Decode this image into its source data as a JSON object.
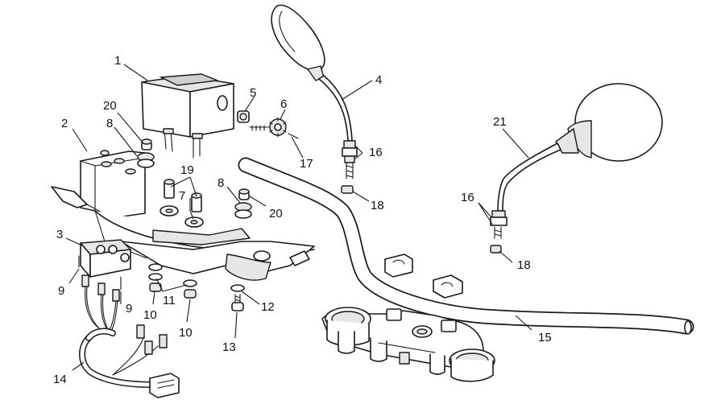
{
  "callouts": [
    {
      "id": "c1",
      "text": "1"
    },
    {
      "id": "c2",
      "text": "2"
    },
    {
      "id": "c3",
      "text": "3"
    },
    {
      "id": "c4",
      "text": "4"
    },
    {
      "id": "c5",
      "text": "5"
    },
    {
      "id": "c6",
      "text": "6"
    },
    {
      "id": "c7",
      "text": "7"
    },
    {
      "id": "c8a",
      "text": "8"
    },
    {
      "id": "c8b",
      "text": "8"
    },
    {
      "id": "c9a",
      "text": "9"
    },
    {
      "id": "c9b",
      "text": "9"
    },
    {
      "id": "c10a",
      "text": "10"
    },
    {
      "id": "c10b",
      "text": "10"
    },
    {
      "id": "c11",
      "text": "11"
    },
    {
      "id": "c12",
      "text": "12"
    },
    {
      "id": "c13",
      "text": "13"
    },
    {
      "id": "c14",
      "text": "14"
    },
    {
      "id": "c15",
      "text": "15"
    },
    {
      "id": "c16a",
      "text": "16"
    },
    {
      "id": "c16b",
      "text": "16"
    },
    {
      "id": "c17",
      "text": "17"
    },
    {
      "id": "c18a",
      "text": "18"
    },
    {
      "id": "c18b",
      "text": "18"
    },
    {
      "id": "c19",
      "text": "19"
    },
    {
      "id": "c20a",
      "text": "20"
    },
    {
      "id": "c20b",
      "text": "20"
    },
    {
      "id": "c21",
      "text": "21"
    }
  ]
}
